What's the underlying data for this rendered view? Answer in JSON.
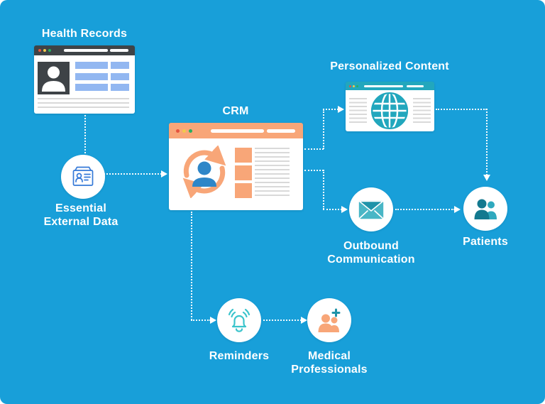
{
  "colors": {
    "background": "#189FD9",
    "accent_orange": "#F8A678",
    "accent_teal": "#22A7BD",
    "teal_dark": "#13798F",
    "teal_bell": "#3BC4CC",
    "person_blue": "#2E86C8",
    "window_chrome_dark": "#3E4347",
    "record_row_blue": "#92B7F1",
    "line_gray": "#D9D9D9",
    "text": "#FFFFFF",
    "dot_red": "#E5533E",
    "dot_yellow": "#F2C94C",
    "dot_green": "#27AE60"
  },
  "nodes": {
    "health_records": {
      "label": "Health Records",
      "icon": "browser-window-patient-record"
    },
    "essential_external_data": {
      "label_line1": "Essential",
      "label_line2": "External Data",
      "icon": "id-card"
    },
    "crm": {
      "label": "CRM",
      "icon": "browser-window-sync-user"
    },
    "personalized_content": {
      "label": "Personalized Content",
      "icon": "browser-window-globe"
    },
    "outbound_communication": {
      "label_line1": "Outbound",
      "label_line2": "Communication",
      "icon": "envelope"
    },
    "patients": {
      "label": "Patients",
      "icon": "two-people"
    },
    "reminders": {
      "label": "Reminders",
      "icon": "ringing-bell"
    },
    "medical_professionals": {
      "label_line1": "Medical",
      "label_line2": "Professionals",
      "icon": "two-people-plus"
    }
  },
  "flow": [
    {
      "from": "health_records",
      "to": "essential_external_data"
    },
    {
      "from": "essential_external_data",
      "to": "crm"
    },
    {
      "from": "crm",
      "to": "personalized_content"
    },
    {
      "from": "crm",
      "to": "outbound_communication"
    },
    {
      "from": "crm",
      "to": "reminders"
    },
    {
      "from": "personalized_content",
      "to": "patients"
    },
    {
      "from": "outbound_communication",
      "to": "patients"
    },
    {
      "from": "reminders",
      "to": "medical_professionals"
    }
  ]
}
